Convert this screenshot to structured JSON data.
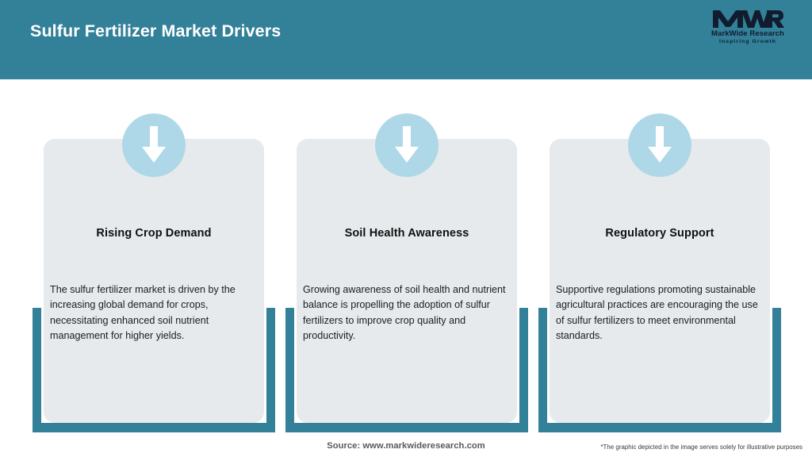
{
  "header": {
    "title": "Sulfur Fertilizer Market Drivers",
    "background_color": "#338099",
    "title_color": "#ffffff"
  },
  "logo": {
    "mark": "MWR",
    "name": "MarkWide Research",
    "tagline": "Inspiring Growth",
    "color": "#111c2e"
  },
  "theme": {
    "teal": "#338099",
    "card_background": "#e6eaec",
    "badge_blue": "#aed8e8",
    "arrow_color": "#ffffff"
  },
  "cards": [
    {
      "icon": "down-arrow-icon",
      "title": "Rising Crop Demand",
      "body": "The sulfur fertilizer market is driven by the increasing global demand for crops, necessitating enhanced soil nutrient management for higher yields."
    },
    {
      "icon": "down-arrow-icon",
      "title": "Soil Health Awareness",
      "body": "Growing awareness of soil health and nutrient balance is propelling the adoption of sulfur fertilizers to improve crop quality and productivity."
    },
    {
      "icon": "down-arrow-icon",
      "title": "Regulatory Support",
      "body": "Supportive regulations promoting sustainable agricultural practices are encouraging the use of sulfur fertilizers to meet environmental standards."
    }
  ],
  "footer": {
    "source": "Source: www.markwideresearch.com",
    "disclaimer": "*The graphic depicted in the image serves solely for illustrative purposes"
  }
}
